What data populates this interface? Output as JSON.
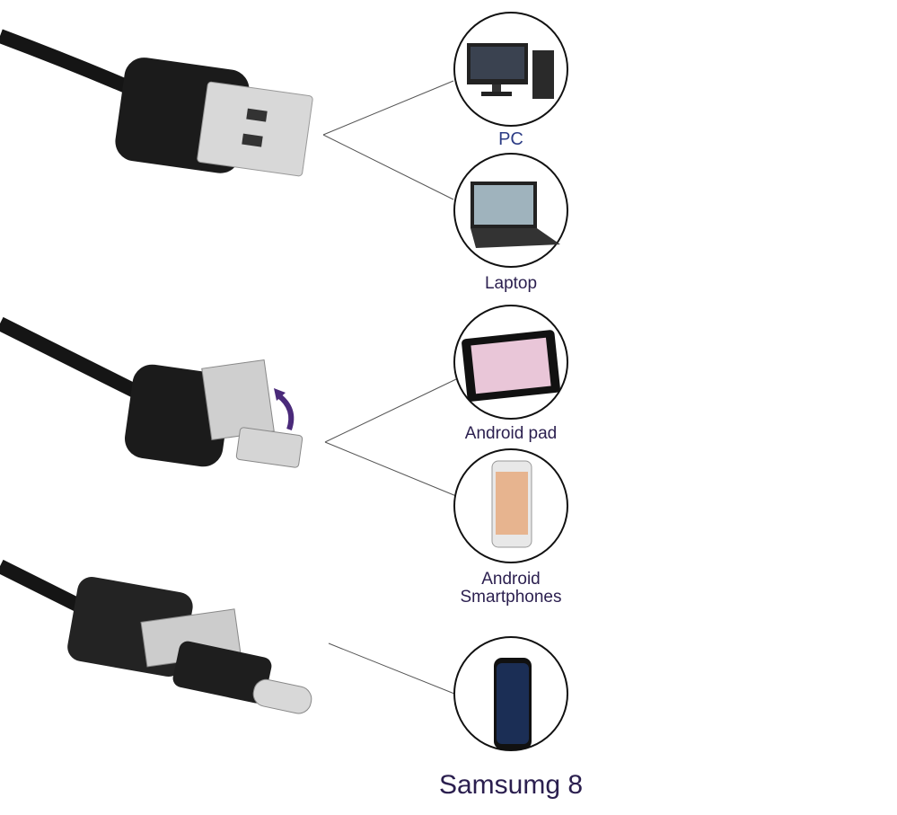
{
  "devices": [
    {
      "label": "PC",
      "icon": "desktop-pc-icon"
    },
    {
      "label": "Laptop",
      "icon": "laptop-icon"
    },
    {
      "label": "Android pad",
      "icon": "tablet-icon"
    },
    {
      "label": "Android Smartphones",
      "line1": "Android",
      "line2": "Smartphones",
      "icon": "smartphone-icon"
    },
    {
      "label": "Samsumg 8",
      "icon": "samsung-phone-icon"
    }
  ],
  "colors": {
    "label": "#2b1f4f",
    "pc_label": "#2d3d86",
    "cable": "#151515"
  }
}
